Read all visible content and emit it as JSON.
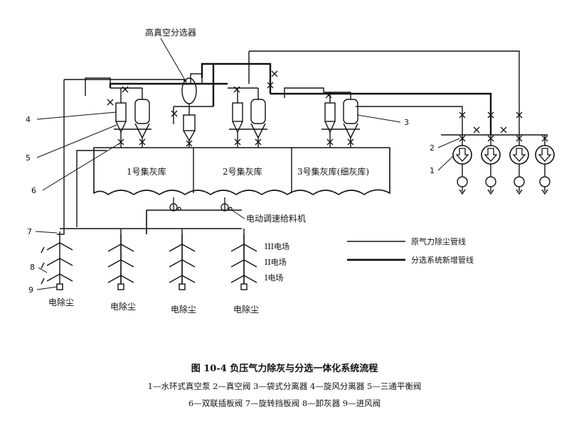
{
  "labels": {
    "separator_top": "高真空分选器",
    "silo1": "1号集灰库",
    "silo2": "2号集灰库",
    "silo3": "3号集灰库(细灰库)",
    "feeder": "电动调速给料机",
    "field3": "III电场",
    "field2": "II电场",
    "field1": "I电场",
    "esp": "电除尘"
  },
  "legend": {
    "original": "原气力除尘管线",
    "new": "分选系统新增管线"
  },
  "callouts": [
    "1",
    "2",
    "3",
    "4",
    "5",
    "6",
    "7",
    "8",
    "9"
  ],
  "caption": {
    "title": "图 10-4   负压气力除灰与分选一体化系统流程",
    "line1": "1—水环式真空泵   2—真空阀   3—袋式分离器   4—旋风分离器   5—三通平衡阀",
    "line2": "6—双联插板阀   7—旋转挡板阀   8—卸灰器   9—进风阀"
  },
  "colors": {
    "line": "#111111",
    "background": "#ffffff"
  }
}
